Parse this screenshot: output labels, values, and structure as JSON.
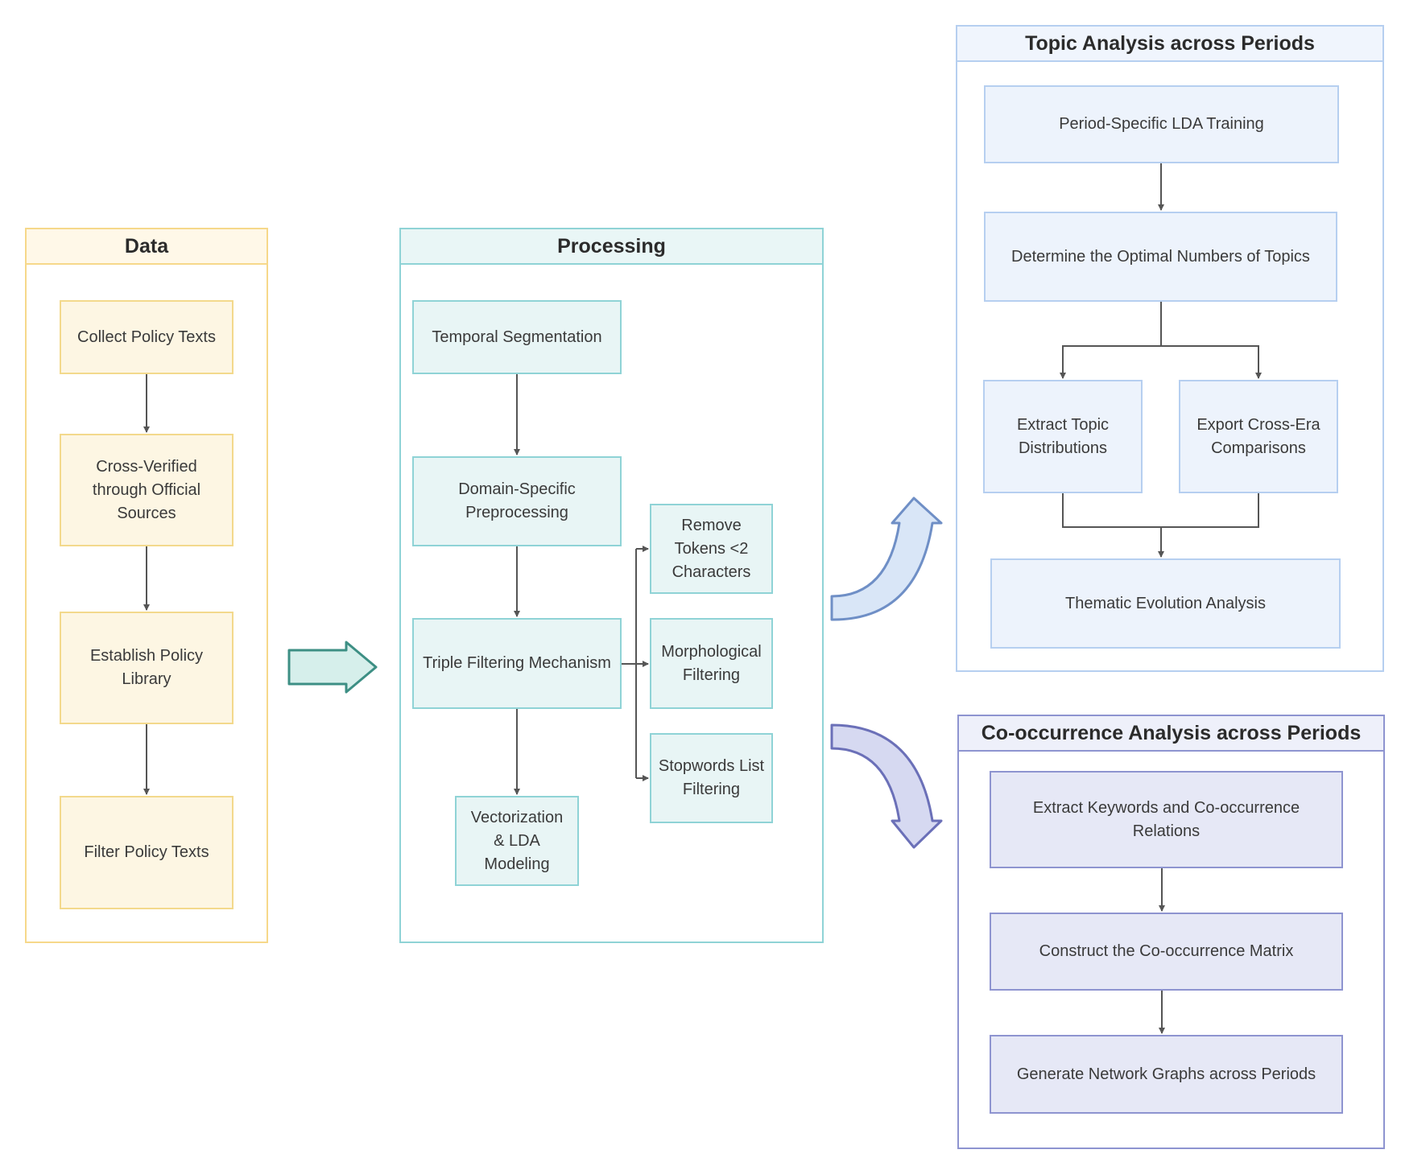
{
  "panels": {
    "data": {
      "title": "Data",
      "steps": [
        "Collect Policy Texts",
        "Cross-Verified\nthrough Official\nSources",
        "Establish Policy\nLibrary",
        "Filter Policy Texts"
      ]
    },
    "processing": {
      "title": "Processing",
      "steps": [
        "Temporal Segmentation",
        "Domain-Specific\nPreprocessing",
        "Triple Filtering Mechanism",
        "Vectorization\n& LDA\nModeling"
      ],
      "filters": [
        "Remove\nTokens <2\nCharacters",
        "Morphological\nFiltering",
        "Stopwords List\nFiltering"
      ]
    },
    "topic_analysis": {
      "title": "Topic Analysis across Periods",
      "steps": [
        "Period-Specific LDA Training",
        "Determine the Optimal Numbers of Topics",
        "Extract Topic\nDistributions",
        "Export Cross-Era\nComparisons",
        "Thematic Evolution Analysis"
      ]
    },
    "cooccurrence_analysis": {
      "title": "Co-occurrence Analysis across Periods",
      "steps": [
        "Extract Keywords and Co-occurrence\nRelations",
        "Construct the Co-occurrence Matrix",
        "Generate Network Graphs across Periods"
      ]
    }
  },
  "colors": {
    "data_border": "#f6d88a",
    "data_fill": "#fdf6e3",
    "processing_border": "#8fd3d6",
    "processing_fill": "#e8f5f5",
    "topic_border": "#b6cff0",
    "topic_fill": "#edf3fc",
    "cooc_border": "#8e94d0",
    "cooc_fill": "#e6e8f6",
    "connector": "#555555"
  }
}
